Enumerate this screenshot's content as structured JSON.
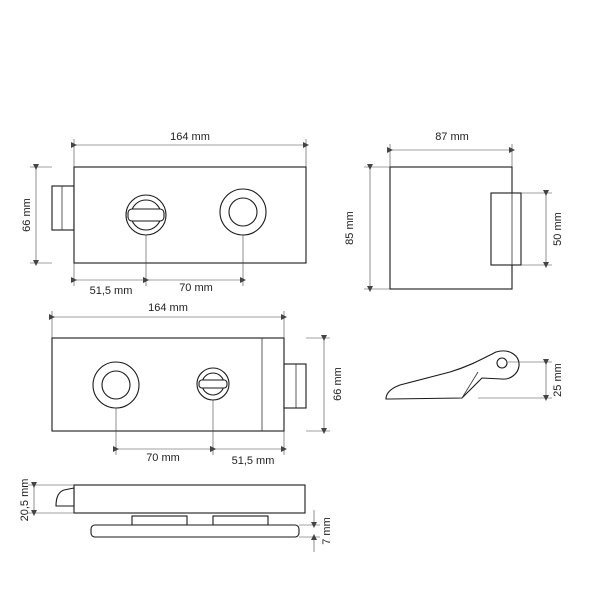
{
  "colors": {
    "line": "#1a1a1a",
    "dim": "#444444",
    "background": "#ffffff"
  },
  "views": {
    "front_top": {
      "width_label": "164 mm",
      "height_label": "66 mm",
      "offset_label": "51,5 mm",
      "spacing_label": "70 mm"
    },
    "side_top": {
      "width_label": "87 mm",
      "height_label": "85 mm",
      "tab_label": "50 mm"
    },
    "front_bottom": {
      "width_label": "164 mm",
      "height_label": "66 mm",
      "spacing_label": "70 mm",
      "offset_label": "51,5 mm"
    },
    "lever_side": {
      "height_label": "25 mm"
    },
    "bottom_view": {
      "height_label": "20,5 mm",
      "plate_label": "7 mm"
    }
  }
}
